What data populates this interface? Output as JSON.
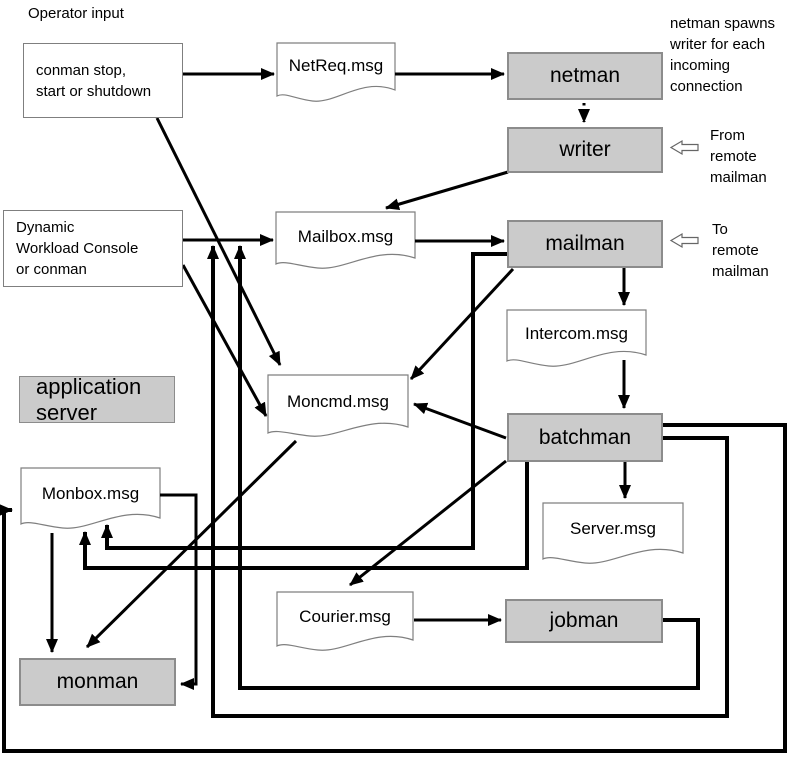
{
  "colors": {
    "process_fill": "#cbcbcb",
    "process_border": "#8c8c8c",
    "box_border": "#7f7f7f",
    "line": "#000000"
  },
  "header": {
    "operator_input": "Operator input"
  },
  "sources": {
    "conman_box": "conman stop,\nstart or shutdown",
    "dwc_box": "Dynamic\nWorkload Console\nor conman",
    "app_server": "application\nserver"
  },
  "processes": {
    "netman": "netman",
    "writer": "writer",
    "mailman": "mailman",
    "batchman": "batchman",
    "jobman": "jobman",
    "monman": "monman"
  },
  "message_files": {
    "netreq": "NetReq.msg",
    "mailbox": "Mailbox.msg",
    "intercom": "Intercom.msg",
    "moncmd": "Moncmd.msg",
    "monbox": "Monbox.msg",
    "server": "Server.msg",
    "courier": "Courier.msg"
  },
  "annotations": {
    "netman_note": "netman spawns\nwriter for each\nincoming\nconnection",
    "from_remote": "From\nremote\nmailman",
    "to_remote": "To\nremote\nmailman"
  }
}
